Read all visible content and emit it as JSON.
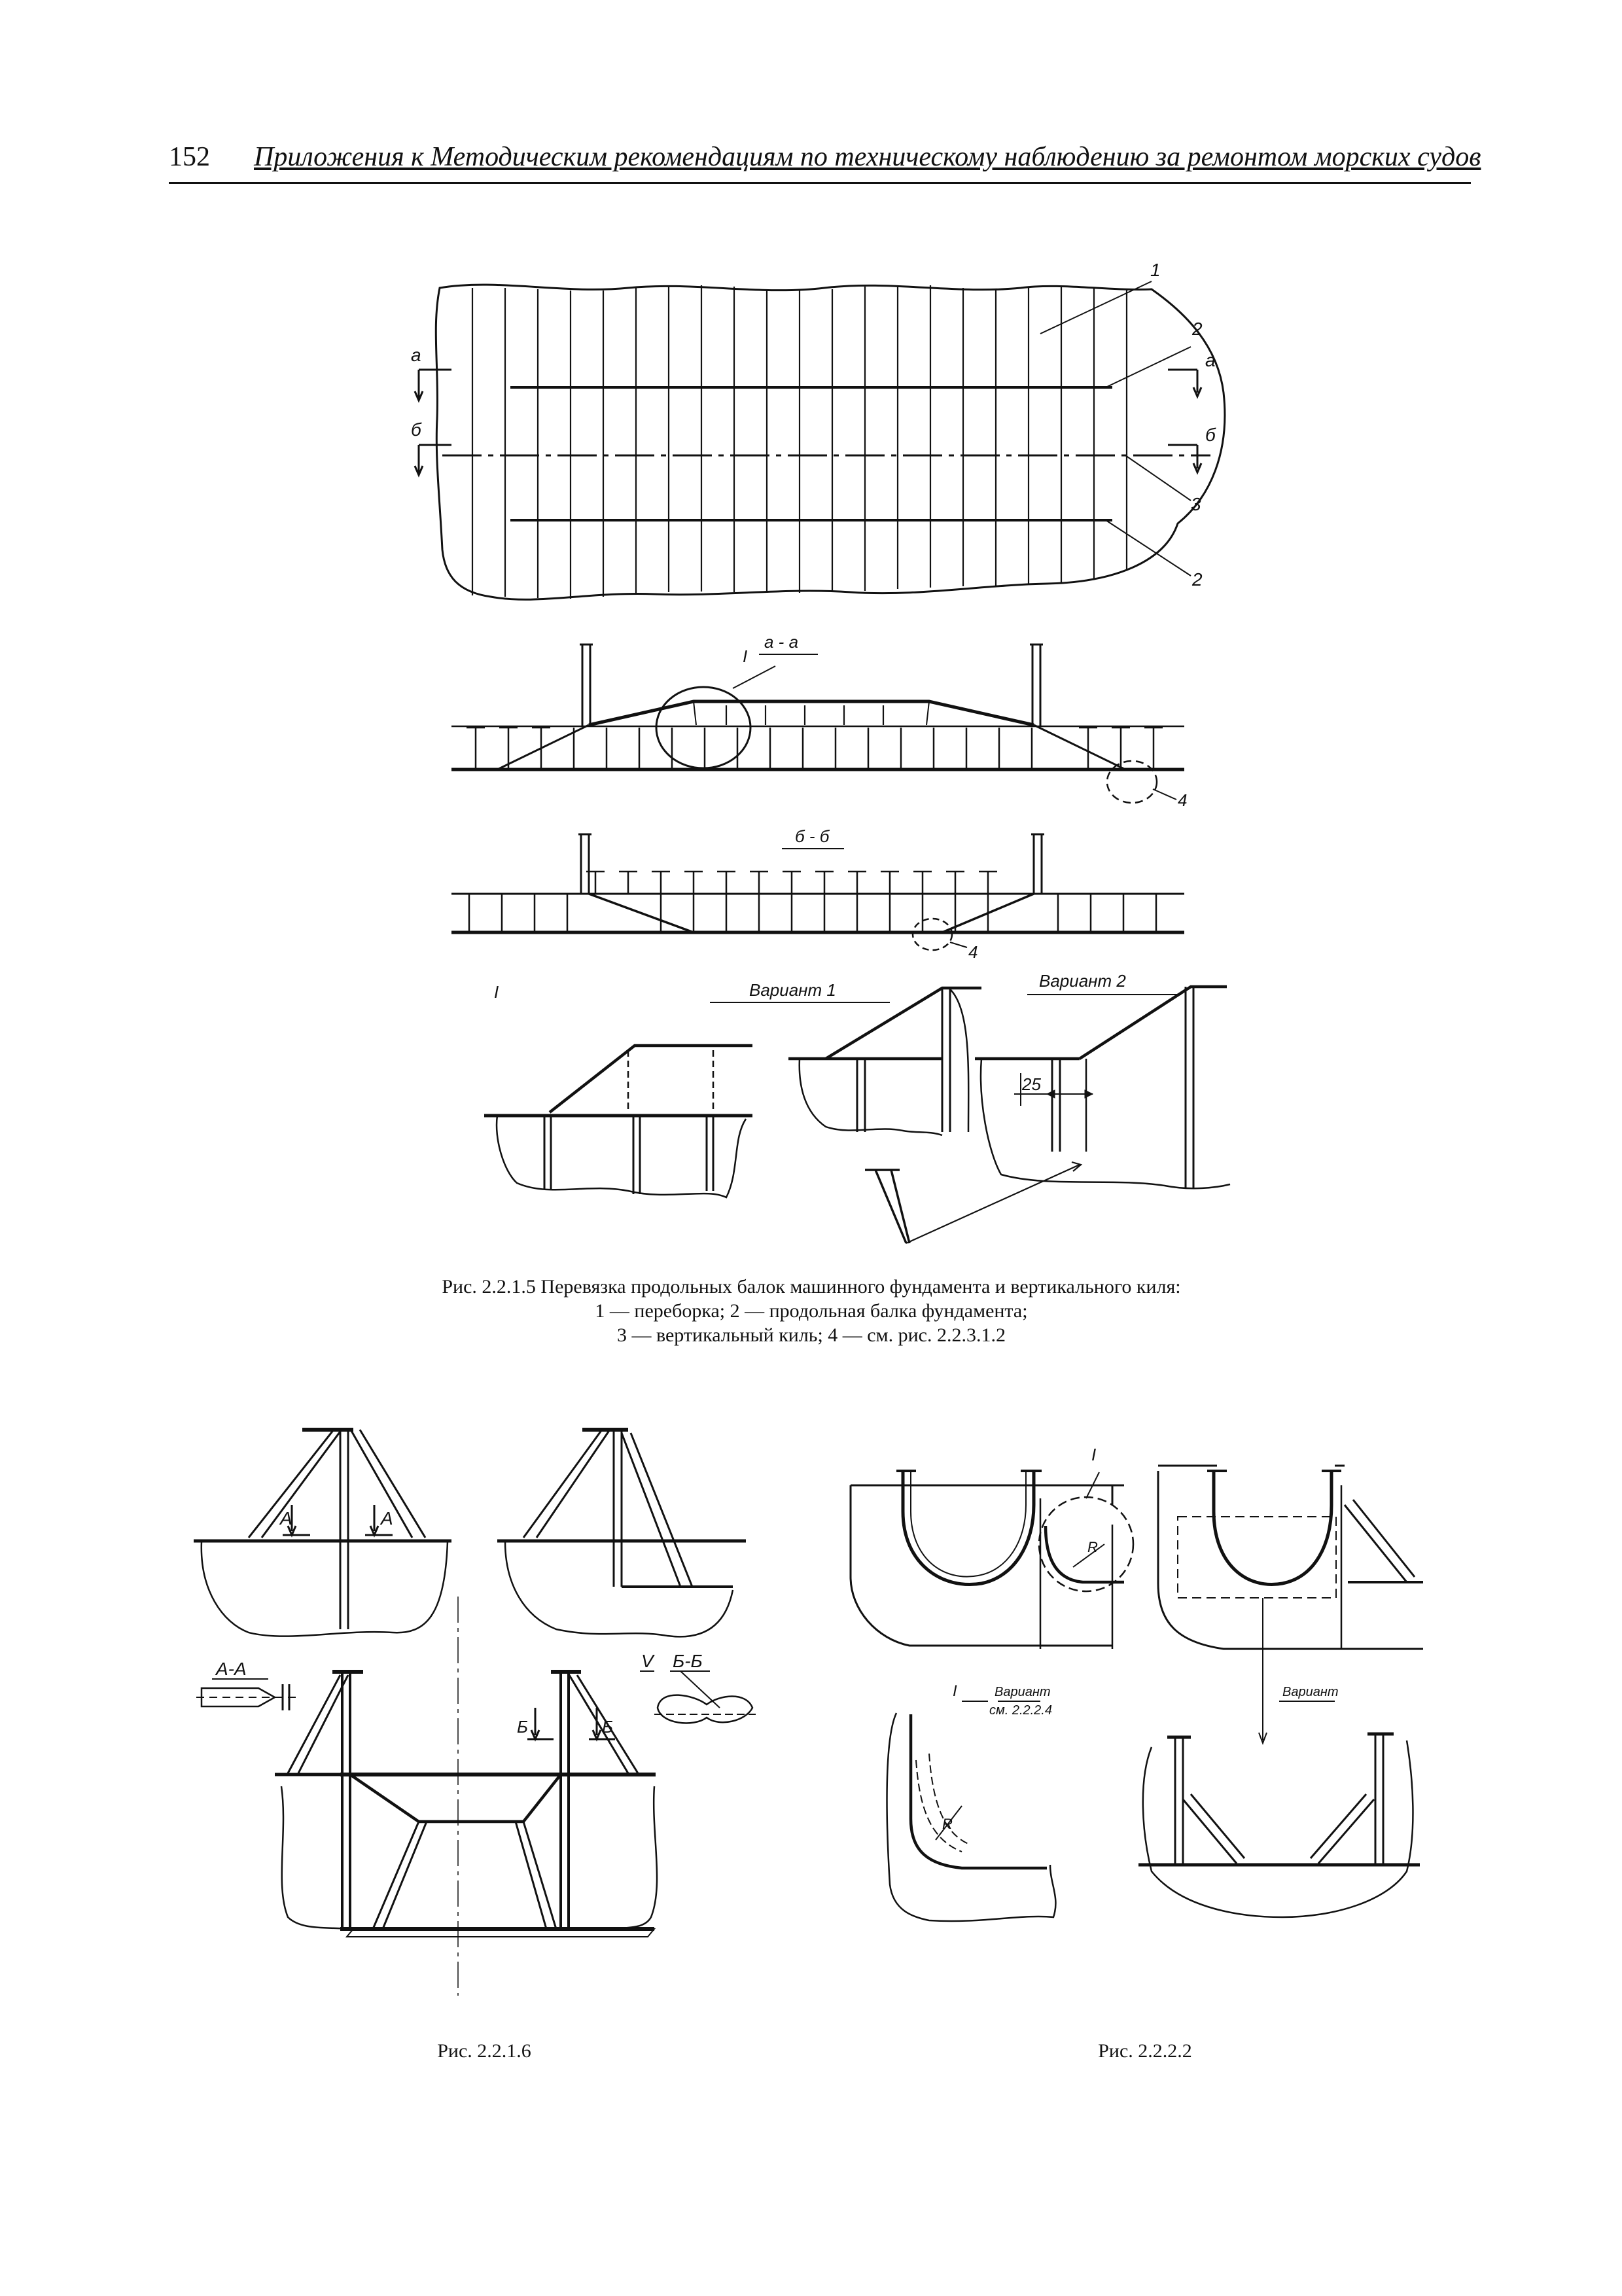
{
  "header": {
    "page_number": "152",
    "title": "Приложения к Методическим рекомендациям по техническому наблюдению за ремонтом морских судов"
  },
  "figure_main": {
    "labels": {
      "n1": "1",
      "n2a": "2",
      "n2b": "2",
      "n3": "3",
      "n4a": "4",
      "n4b": "4",
      "sec_a_left": "а",
      "sec_a_right": "а",
      "sec_b_left": "б",
      "sec_b_right": "б",
      "section_aa": "а - а",
      "section_bb": "б - б",
      "detail_I": "I",
      "detail_I2": "I",
      "variant1": "Вариант 1",
      "variant2": "Вариант 2",
      "dim25": "25"
    },
    "caption_line1": "Рис. 2.2.1.5 Перевязка продольных балок машинного фундамента и вертикального киля:",
    "caption_line2": "1 — переборка; 2 — продольная балка фундамента;",
    "caption_line3": "3 — вертикальный киль; 4 — см. рис. 2.2.3.1.2"
  },
  "figure_6": {
    "labels": {
      "A1": "A",
      "A2": "A",
      "AA": "А-А",
      "V": "V",
      "BB": "Б-Б",
      "B1": "Б",
      "B2": "Б"
    },
    "caption": "Рис. 2.2.1.6"
  },
  "figure_7": {
    "labels": {
      "I": "I",
      "R1": "R",
      "R2": "R",
      "I2": "I",
      "variant_a": "Вариант",
      "ref": "см. 2.2.2.4",
      "variant_b": "Вариант"
    },
    "caption": "Рис. 2.2.2.2"
  }
}
